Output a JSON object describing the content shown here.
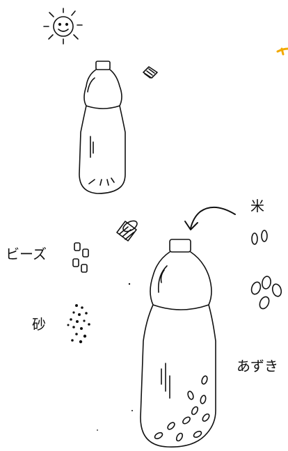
{
  "labels": {
    "rice": "米",
    "beads": "ビーズ",
    "sand": "砂",
    "azuki": "あずき"
  },
  "colors": {
    "ink": "#111111",
    "accent": "#f2a900",
    "background": "#ffffff"
  },
  "icons": [
    "sun-icon",
    "bottle-icon",
    "bottle-cap-icon",
    "arrow-icon",
    "beads-icon",
    "sand-icon",
    "rice-icon",
    "azuki-icon"
  ]
}
